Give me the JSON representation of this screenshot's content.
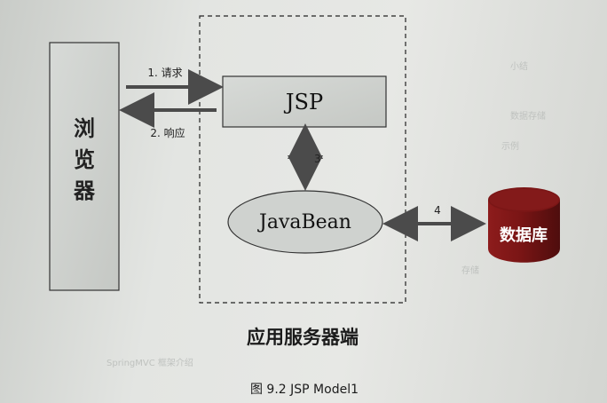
{
  "browser": {
    "label_line1": "浏",
    "label_line2": "览",
    "label_line3": "器"
  },
  "jsp": {
    "label": "JSP"
  },
  "javabean": {
    "label": "JavaBean"
  },
  "database": {
    "label": "数据库"
  },
  "server": {
    "label": "应用服务器端"
  },
  "arrows": {
    "request": "1. 请求",
    "response": "2. 响应",
    "jsp_bean": "3",
    "bean_db": "4"
  },
  "caption": "图 9.2   JSP  Model1"
}
